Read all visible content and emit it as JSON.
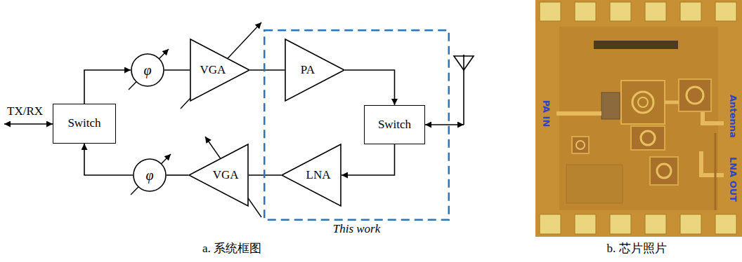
{
  "diagram": {
    "nodes": [
      {
        "text": [
          "Switch"
        ]
      },
      {
        "text": [
          "φ"
        ]
      },
      {
        "text": [
          "VGA"
        ]
      },
      {
        "text": [
          "This work"
        ]
      },
      {
        "text": [
          "PA"
        ],
        "in": 3
      },
      {
        "text": [
          "Switch"
        ],
        "in": 3
      },
      {
        "text": [
          "LNA"
        ],
        "in": 3
      },
      {
        "text": [
          "φ"
        ]
      },
      {
        "text": [
          "VGA"
        ]
      }
    ],
    "edges": [
      {
        "from": 0,
        "to": 1,
        "arrow": "to"
      },
      {
        "from": 1,
        "to": 2,
        "arrow": "none"
      },
      {
        "from": 2,
        "to": 4,
        "arrow": "none"
      },
      {
        "from": 4,
        "to": 5,
        "arrow": "to"
      },
      {
        "from": 5,
        "to": 6,
        "arrow": "to"
      },
      {
        "from": 6,
        "to": 8,
        "arrow": "none"
      },
      {
        "from": 8,
        "to": 7,
        "arrow": "none"
      },
      {
        "from": 7,
        "to": 0,
        "arrow": "to"
      }
    ],
    "labels": [
      "TX/RX",
      "PA IN",
      "Antenna",
      "LNA OUT",
      "a. 系统框图",
      "b. 芯片照片"
    ]
  }
}
